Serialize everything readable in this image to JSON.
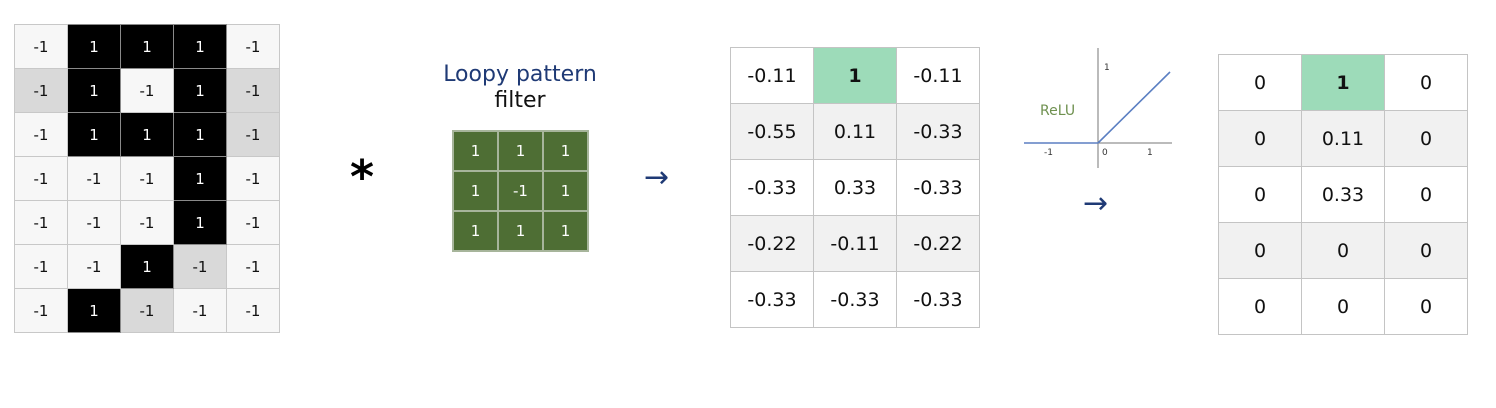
{
  "input_grid": [
    [
      "-1",
      "1",
      "1",
      "1",
      "-1"
    ],
    [
      "-1",
      "1",
      "-1",
      "1",
      "-1"
    ],
    [
      "-1",
      "1",
      "1",
      "1",
      "-1"
    ],
    [
      "-1",
      "-1",
      "-1",
      "1",
      "-1"
    ],
    [
      "-1",
      "-1",
      "-1",
      "1",
      "-1"
    ],
    [
      "-1",
      "-1",
      "1",
      "-1",
      "-1"
    ],
    [
      "-1",
      "1",
      "-1",
      "-1",
      "-1"
    ]
  ],
  "operator": "*",
  "filter": {
    "title_line1": "Loopy pattern",
    "title_line2": "filter",
    "grid": [
      [
        "1",
        "1",
        "1"
      ],
      [
        "1",
        "-1",
        "1"
      ],
      [
        "1",
        "1",
        "1"
      ]
    ]
  },
  "arrow": "→",
  "conv_output": [
    [
      "-0.11",
      "1",
      "-0.11"
    ],
    [
      "-0.55",
      "0.11",
      "-0.33"
    ],
    [
      "-0.33",
      "0.33",
      "-0.33"
    ],
    [
      "-0.22",
      "-0.11",
      "-0.22"
    ],
    [
      "-0.33",
      "-0.33",
      "-0.33"
    ]
  ],
  "relu_plot": {
    "label": "ReLU",
    "tick_x_neg": "-1",
    "tick_x_zero": "0",
    "tick_x_pos": "1",
    "tick_y": "1"
  },
  "relu_output": [
    [
      "0",
      "1",
      "0"
    ],
    [
      "0",
      "0.11",
      "0"
    ],
    [
      "0",
      "0.33",
      "0"
    ],
    [
      "0",
      "0",
      "0"
    ],
    [
      "0",
      "0",
      "0"
    ]
  ],
  "colors": {
    "filter_fill": "#4e6e34",
    "highlight": "#9ddbb9",
    "title_blue": "#1f3a75",
    "relu_line": "#5b7fc2",
    "relu_label": "#6f9150"
  }
}
